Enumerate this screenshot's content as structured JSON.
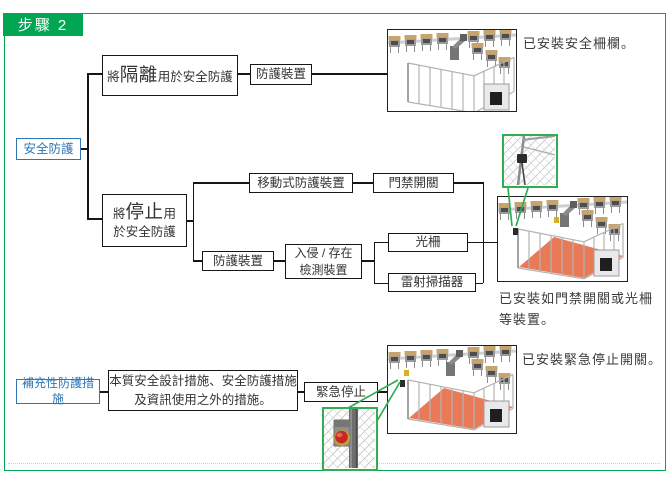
{
  "header": {
    "step_label": "步驟 2"
  },
  "colors": {
    "accent_green": "#00a651",
    "category_blue": "#2e75b6",
    "danger_floor": "#e87a58"
  },
  "flowchart": {
    "safety_protection": "安全防護",
    "isolation": {
      "prefix": "將",
      "big": "隔離",
      "suffix": "用於安全防護"
    },
    "guard_device_top": "防護裝置",
    "stop": {
      "prefix": "將",
      "big": "停止",
      "suffix": "用",
      "line2": "於安全防護"
    },
    "movable_guard": "移動式防護裝置",
    "door_switch": "門禁開關",
    "guard_device_bottom": "防護裝置",
    "intrusion": {
      "line1": "入侵 / 存在",
      "line2": "檢測裝置"
    },
    "light_curtain": "光柵",
    "laser_scanner": "雷射掃描器",
    "supplementary": "補充性防護措施",
    "essential_measures": {
      "line1": "本質安全設計措施、安全防護措施",
      "line2": "及資訊使用之外的措施。"
    },
    "emergency_stop": "緊急停止"
  },
  "captions": {
    "fence_installed": "已安裝安全柵欄。",
    "devices_installed_line1": "已安裝如門禁開關或光柵",
    "devices_installed_line2": "等裝置。",
    "estop_installed": "已安裝緊急停止開關。"
  }
}
